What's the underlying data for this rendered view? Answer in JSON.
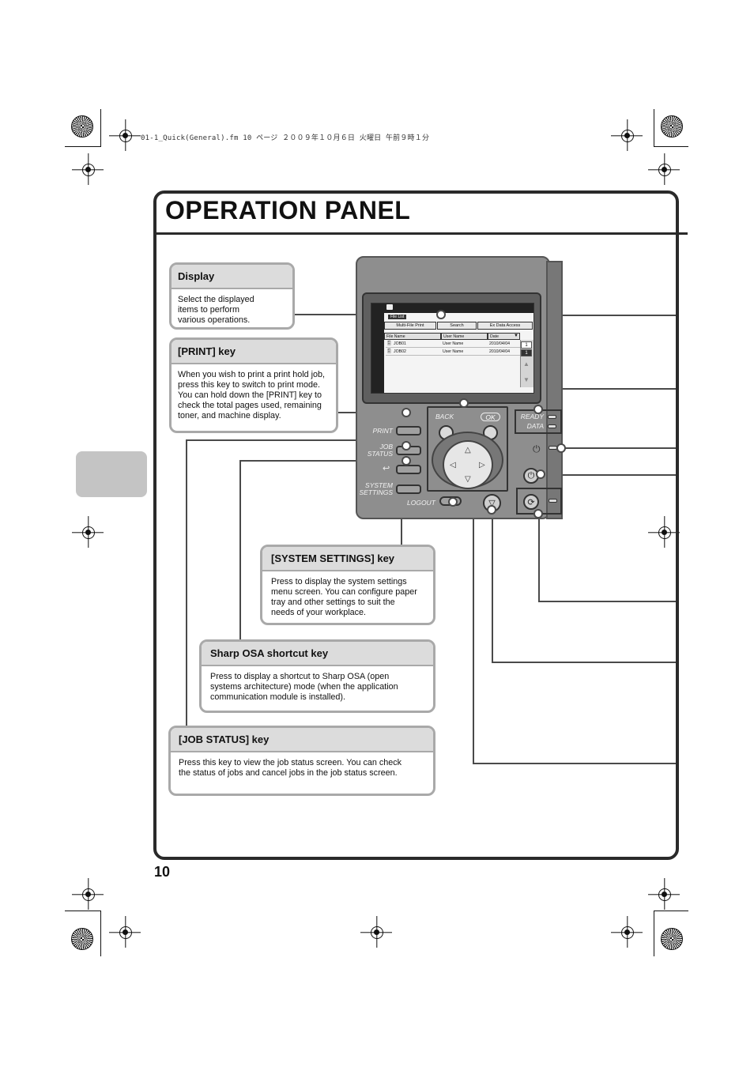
{
  "print_header": "01-1_Quick(General).fm  10 ページ  ２００９年１０月６日  火曜日  午前９時１分",
  "page_title": "OPERATION PANEL",
  "page_number": "10",
  "callouts": {
    "display": {
      "title": "Display",
      "body": "Select the displayed items to perform various operations."
    },
    "print_key": {
      "title": "[PRINT] key",
      "body": "When you wish to print a print hold job, press this key to switch to print mode. You can hold down the [PRINT] key to check the total pages used, remaining toner, and machine display."
    },
    "system_settings_key": {
      "title": "[SYSTEM SETTINGS] key",
      "body": "Press to display the system settings menu screen. You can configure paper tray and other settings to suit the needs of your workplace."
    },
    "sharp_osa_key": {
      "title": "Sharp OSA shortcut key",
      "body": "Press to display a shortcut to Sharp OSA (open systems architecture) mode (when the application communication module is installed)."
    },
    "job_status_key": {
      "title": "[JOB STATUS] key",
      "body": "Press this key to view the job status screen. You can check the status of jobs and cancel jobs in the job status screen."
    }
  },
  "panel": {
    "screen": {
      "header": "File List",
      "tabs": [
        "Multi-File Print",
        "Search",
        "Ex Data Access"
      ],
      "columns": [
        "File Name",
        "User Name",
        "Date"
      ],
      "rows": [
        {
          "file": "JOB01",
          "user": "User Name",
          "date": "2010/04/04"
        },
        {
          "file": "JOB02",
          "user": "User Name",
          "date": "2010/04/04"
        }
      ],
      "page_current": "1",
      "page_total": "1"
    },
    "labels": {
      "back": "BACK",
      "ok": "OK",
      "print": "PRINT",
      "job": "JOB",
      "status": "STATUS",
      "system": "SYSTEM",
      "settings": "SETTINGS",
      "logout": "LOGOUT",
      "ready": "READY",
      "data": "DATA"
    }
  }
}
